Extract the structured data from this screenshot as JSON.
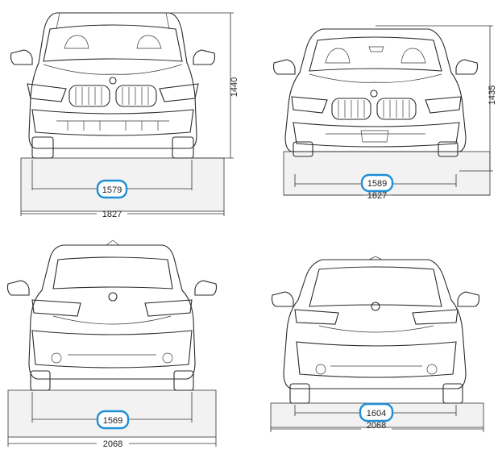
{
  "accent_color": "#1e8fd6",
  "line_color": "#2a2a2a",
  "views": [
    {
      "name": "front-touring",
      "height_label": "1440",
      "track_label": "1579",
      "width_label": "1827"
    },
    {
      "name": "front-sedan",
      "height_label": "1435",
      "track_label": "1589",
      "width_label": "1827"
    },
    {
      "name": "rear-touring",
      "track_label": "1569",
      "width_label": "2068"
    },
    {
      "name": "rear-sedan",
      "track_label": "1604",
      "width_label": "2068"
    }
  ]
}
